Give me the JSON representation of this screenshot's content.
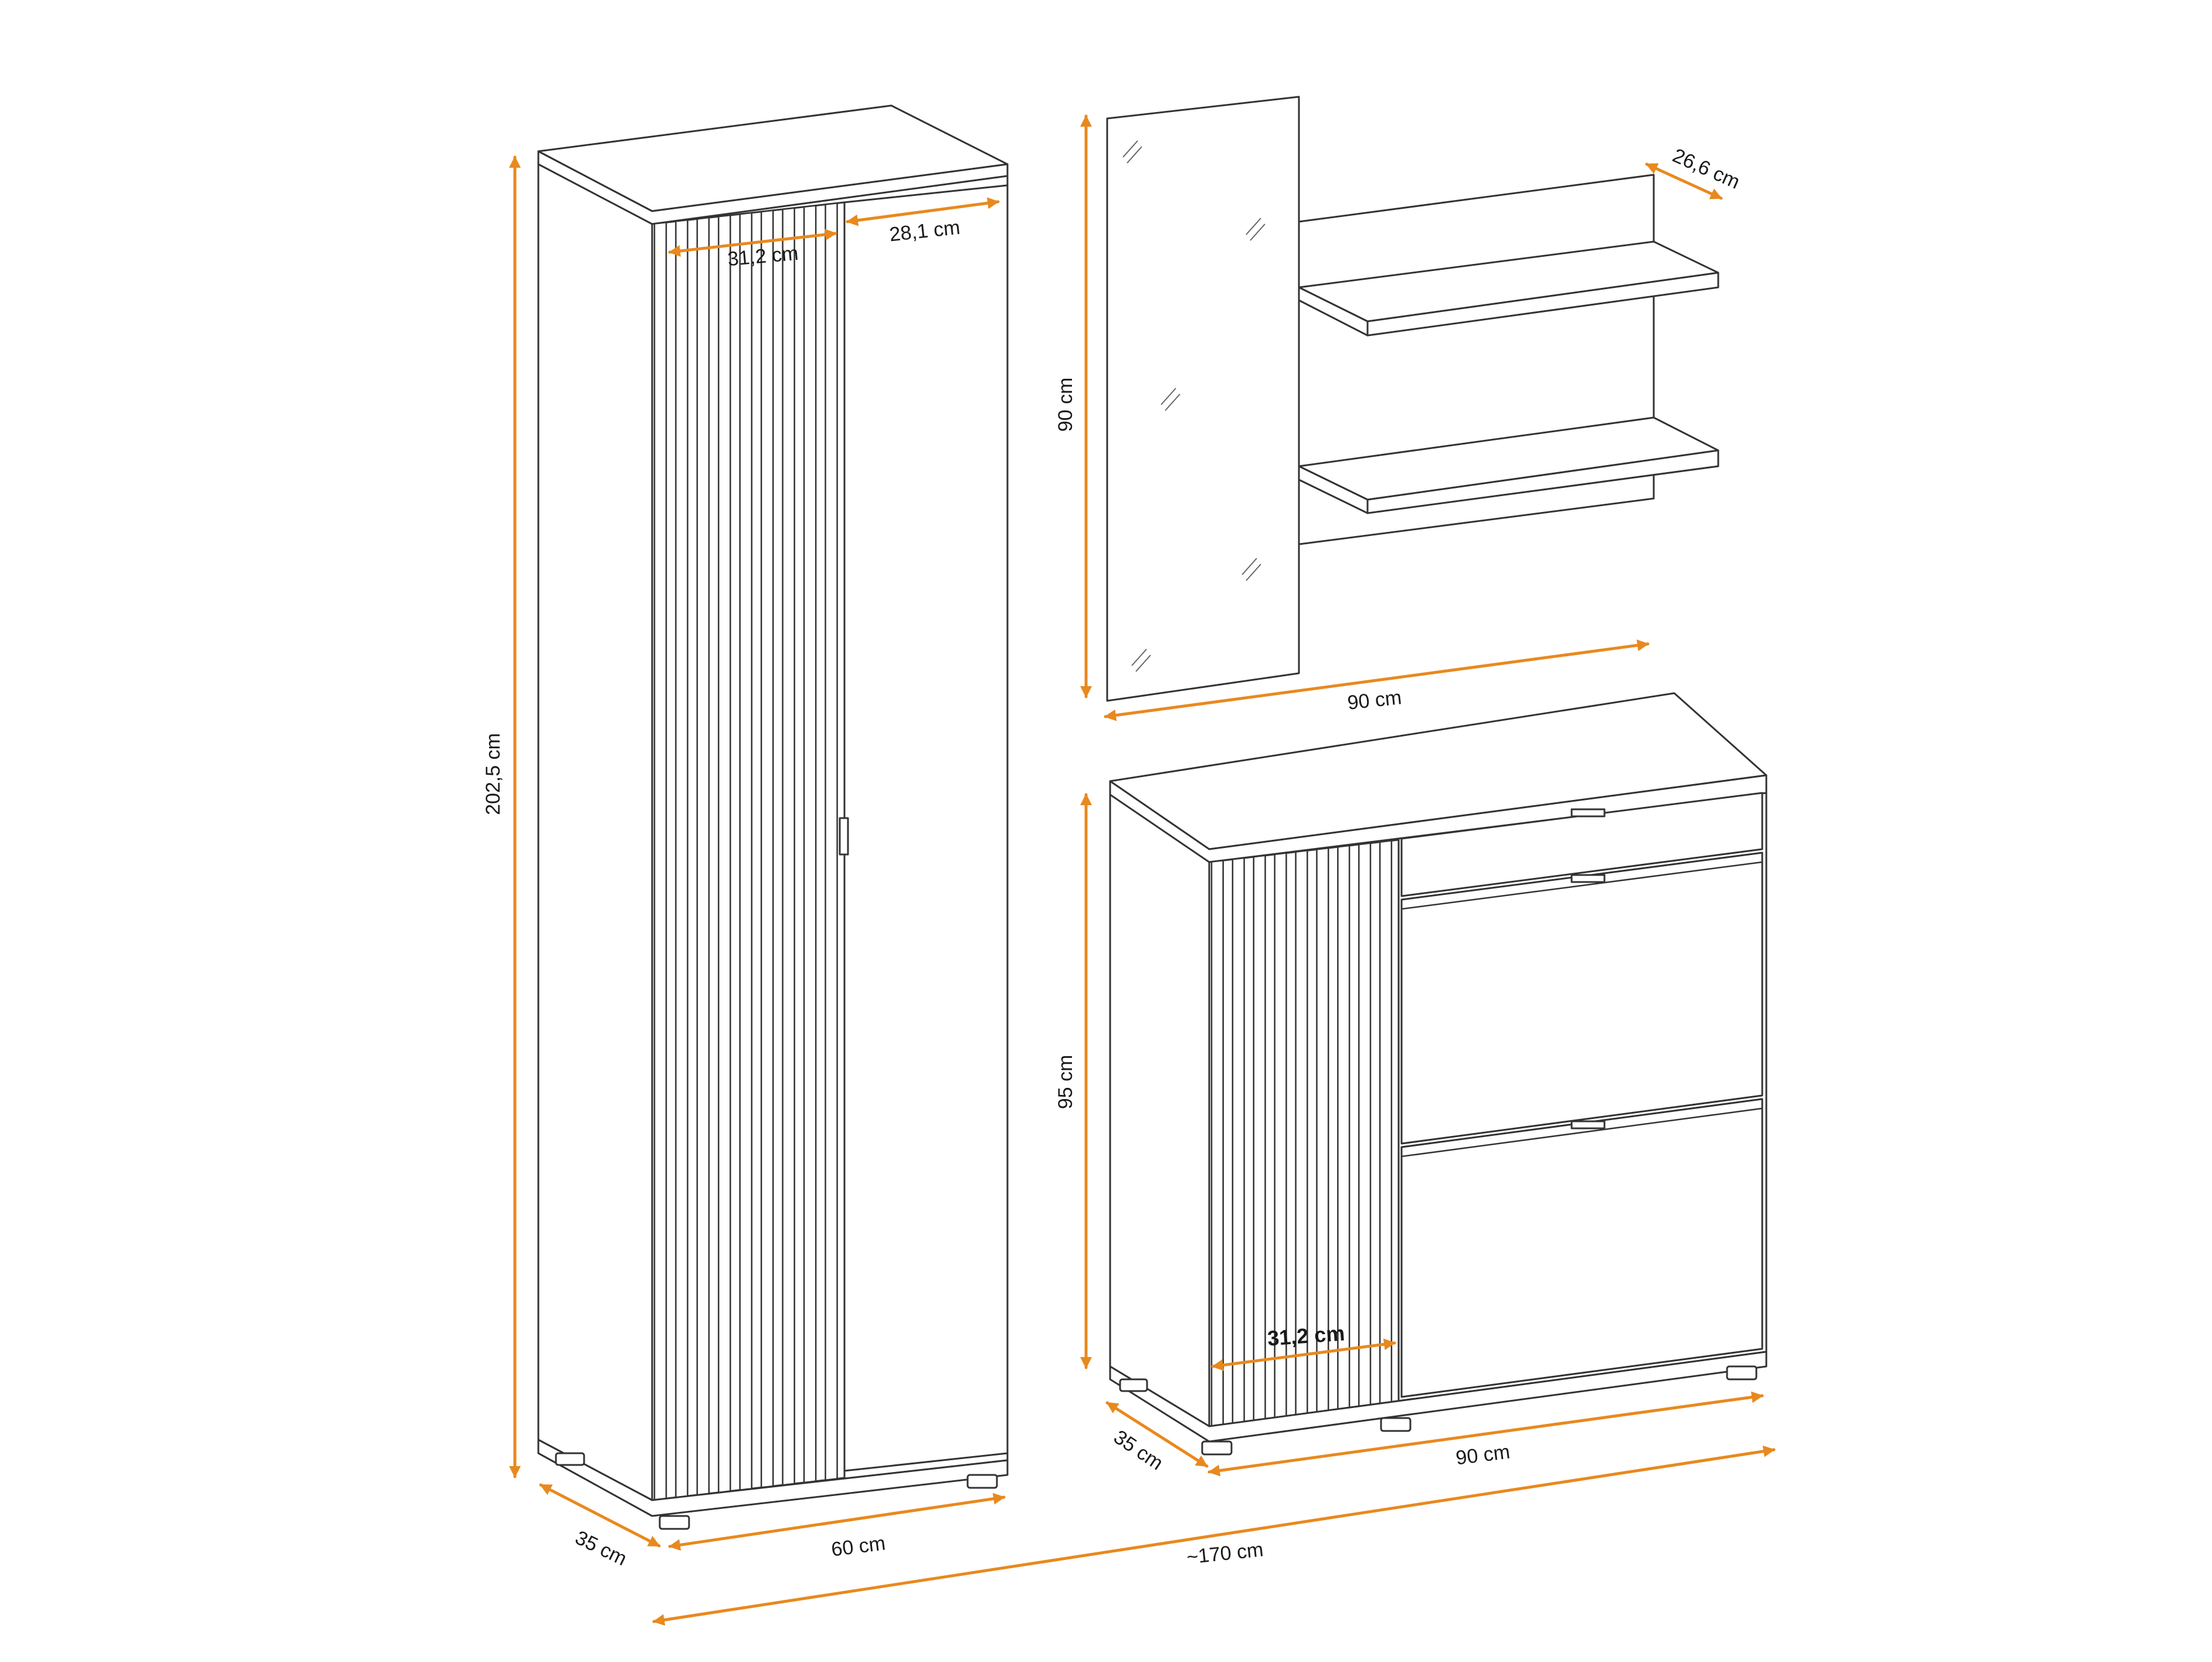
{
  "colors": {
    "dimension_line": "#E8891E",
    "outline": "#333333",
    "background": "#FFFFFF"
  },
  "dimensions": {
    "wardrobe_height": "202,5 cm",
    "wardrobe_slat_door_width": "31,2 cm",
    "wardrobe_plain_door_width": "28,1 cm",
    "wardrobe_width": "60 cm",
    "wardrobe_depth": "35 cm",
    "mirror_height": "90 cm",
    "shelf_depth": "26,6 cm",
    "mirror_shelf_width": "90 cm",
    "cabinet_height": "95 cm",
    "cabinet_slat_door_width": "31,2 cm",
    "cabinet_width": "90 cm",
    "cabinet_depth": "35 cm",
    "total_width": "~170 cm"
  }
}
